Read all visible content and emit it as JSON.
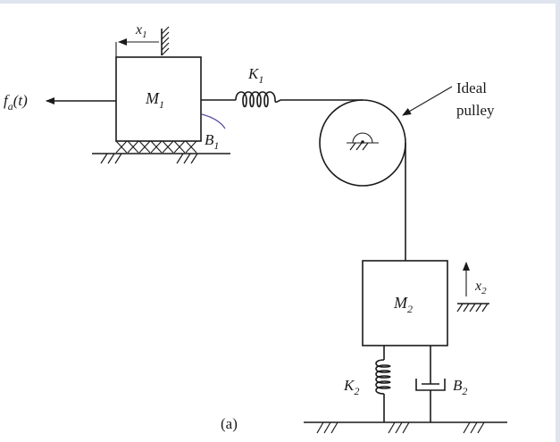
{
  "diagram": {
    "force_label": {
      "base": "f",
      "sub": "a",
      "tail": "(t)"
    },
    "x1_label": {
      "base": "x",
      "sub": "1"
    },
    "m1_label": {
      "base": "M",
      "sub": "1"
    },
    "k1_label": {
      "base": "K",
      "sub": "1"
    },
    "b1_label": {
      "base": "B",
      "sub": "1"
    },
    "pulley_label": {
      "line1": "Ideal",
      "line2": "pulley"
    },
    "m2_label": {
      "base": "M",
      "sub": "2"
    },
    "x2_label": {
      "base": "x",
      "sub": "2"
    },
    "k2_label": {
      "base": "K",
      "sub": "2"
    },
    "b2_label": {
      "base": "B",
      "sub": "2"
    },
    "caption": "(a)"
  }
}
